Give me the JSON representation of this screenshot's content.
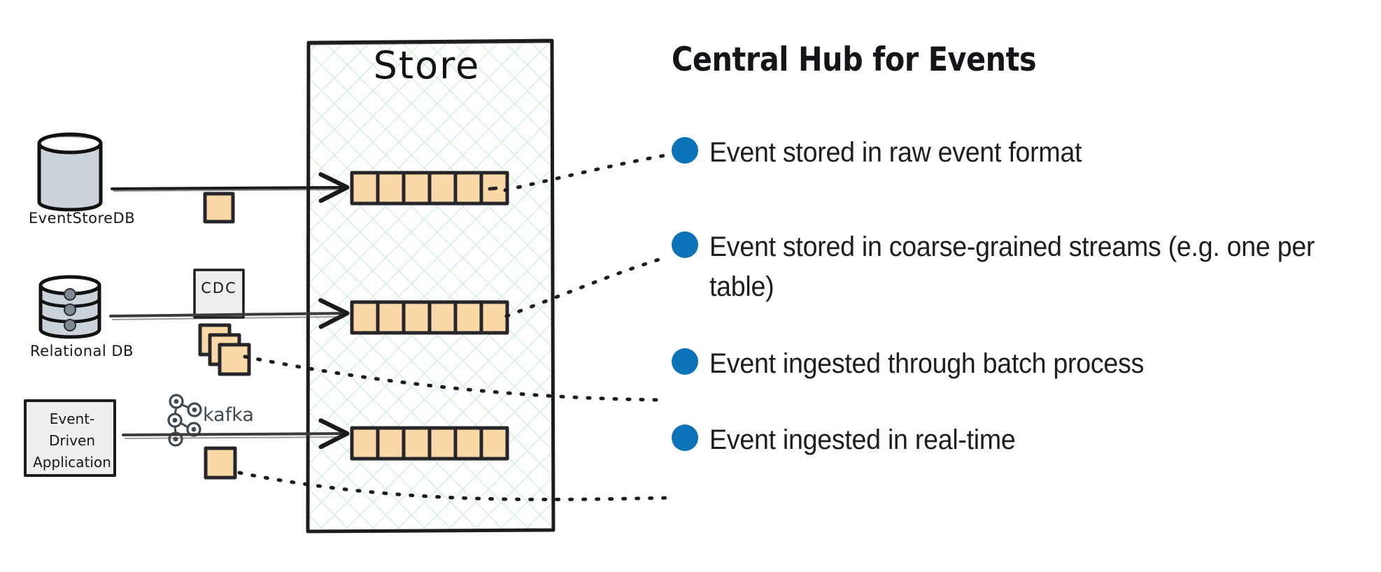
{
  "store": {
    "title": "Store",
    "fill_color": "#ffffff",
    "hatch_color": "#d9f0dd",
    "border_color": "#1c1c1c"
  },
  "sources": [
    {
      "id": "eventstoredb",
      "label": "EventStoreDB",
      "icon": "database-cylinder-icon",
      "color": "#ccd2da"
    },
    {
      "id": "relational-db",
      "label": "Relational DB",
      "icon": "stacked-database-icon",
      "color": "#ccd2da"
    },
    {
      "id": "event-driven-application",
      "label": "Event-Driven Application",
      "label_lines": [
        "Event-",
        "Driven",
        "Application"
      ],
      "icon": "application-box-icon",
      "color": "#efefef"
    }
  ],
  "pipeline": {
    "cdc_label": "CDC",
    "kafka_label": "kafka",
    "kafka_icon": "kafka-logo-icon",
    "kafka_color": "#3f4952",
    "event_color": "#fbd8a8",
    "event_border": "#26262a"
  },
  "streams": [
    {
      "id": "stream-raw",
      "cells": 6,
      "trailing_dots": true
    },
    {
      "id": "stream-coarse",
      "cells": 6,
      "trailing_dots": false
    },
    {
      "id": "stream-realtime",
      "cells": 6,
      "trailing_dots": false
    }
  ],
  "panel": {
    "title": "Central Hub for Events",
    "bullet_color": "#0d73b8",
    "bullets": [
      {
        "id": "bullet-raw-format",
        "text": "Event stored in raw event format"
      },
      {
        "id": "bullet-coarse-grained",
        "text": "Event stored in coarse-grained streams (e.g. one per table)"
      },
      {
        "id": "bullet-batch-process",
        "text": "Event ingested through batch process"
      },
      {
        "id": "bullet-real-time",
        "text": "Event ingested in real-time"
      }
    ]
  }
}
